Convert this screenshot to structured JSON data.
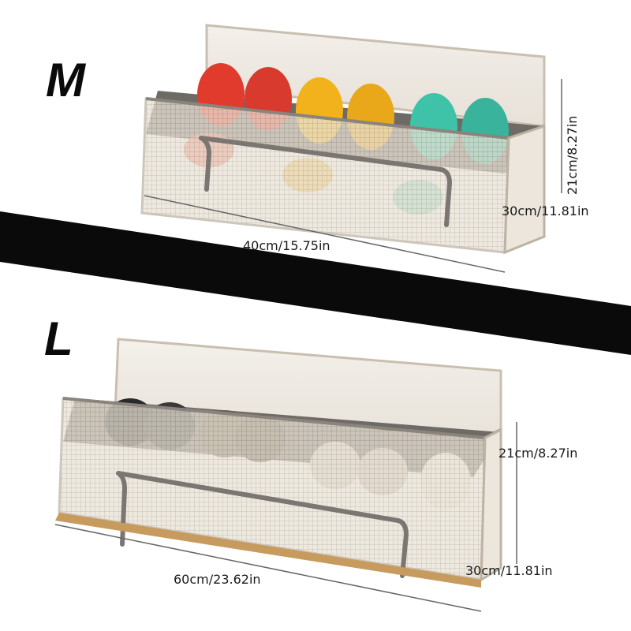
{
  "sizes": {
    "m": {
      "letter": "M",
      "length": "40cm/15.75in",
      "width": "30cm/11.81in",
      "height": "21cm/8.27in"
    },
    "l": {
      "letter": "L",
      "length": "60cm/23.62in",
      "width": "30cm/11.81in",
      "height": "21cm/8.27in"
    }
  }
}
